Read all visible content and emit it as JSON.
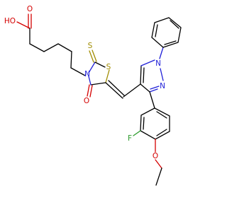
{
  "colors": {
    "carbon": "#000000",
    "oxygen": "#d40000",
    "sulfur": "#a08c00",
    "nitrogen": "#2020d8",
    "fluorine": "#2a9a2a"
  },
  "labels": {
    "hydroxyl": "HO",
    "acid_carbonyl_o": "O",
    "thione_s": "S",
    "ring_s": "S",
    "ring_n": "N",
    "ring_carbonyl_o": "O",
    "pyrazole_n1": "N",
    "pyrazole_n2": "N",
    "fluorine": "F",
    "ether_o": "O"
  }
}
